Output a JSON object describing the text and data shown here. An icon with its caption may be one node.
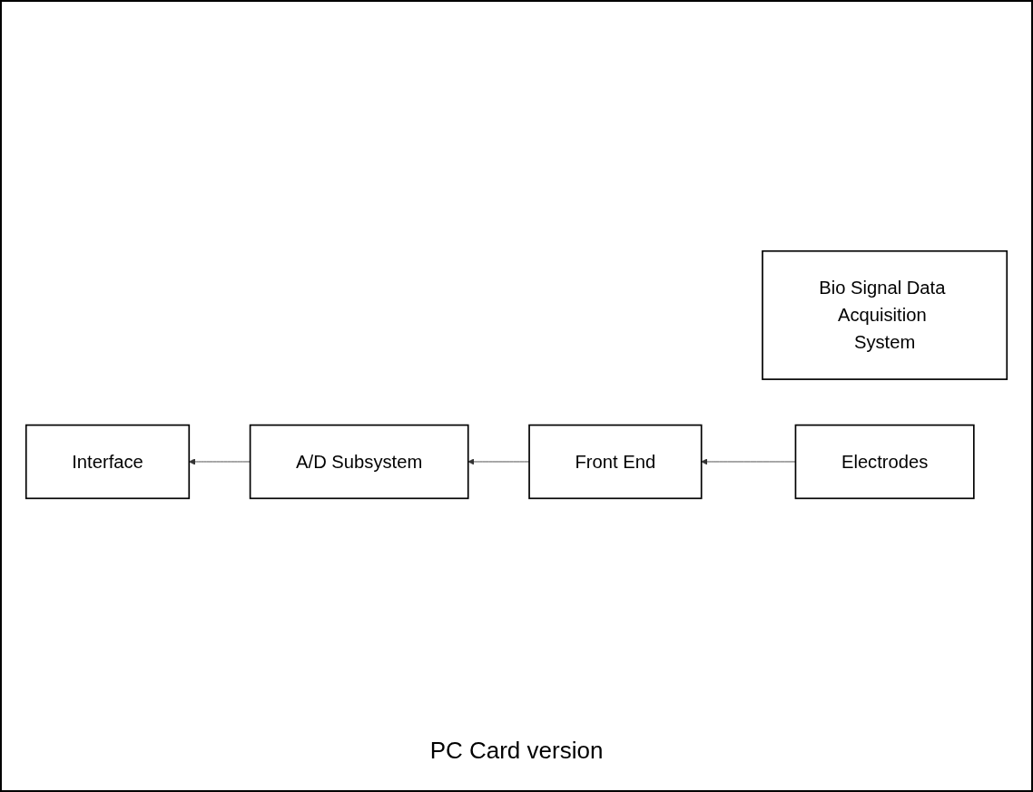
{
  "diagram": {
    "nodes": [
      {
        "text": [
          "Bio Signal Data Acquisition System"
        ]
      },
      {
        "text": [
          "Interface"
        ]
      },
      {
        "text": [
          "A/D Subsystem"
        ]
      },
      {
        "text": [
          "Front End"
        ]
      },
      {
        "text": [
          "Electrodes"
        ]
      }
    ],
    "edges": [
      {
        "from": 2,
        "to": 1,
        "arrow": "to"
      },
      {
        "from": 3,
        "to": 2,
        "arrow": "to"
      },
      {
        "from": 4,
        "to": 3,
        "arrow": "to"
      }
    ],
    "labels": [
      "PC Card version"
    ]
  }
}
